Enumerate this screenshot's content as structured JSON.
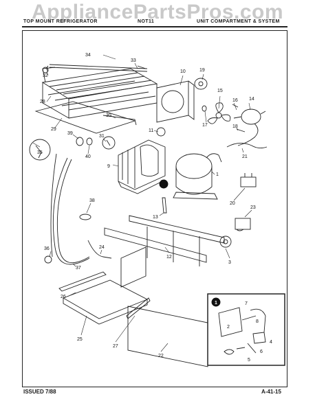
{
  "watermark": "AppliancePartsPros.com",
  "header": {
    "left": "TOP MOUNT REFRIGERATOR",
    "center": "NOT11",
    "right": "UNIT COMPARTMENT & SYSTEM"
  },
  "footer": {
    "issued": "ISSUED 7/88",
    "page": "A-41-15"
  },
  "inset": {
    "marker": "1"
  },
  "callouts": {
    "c1": "1",
    "c2": "2",
    "c3": "3",
    "c4": "4",
    "c5": "5",
    "c6": "6",
    "c7": "7",
    "c8": "8",
    "c9": "9",
    "c10": "10",
    "c11": "11",
    "c12": "12",
    "c13": "13",
    "c14": "14",
    "c15": "15",
    "c16": "16",
    "c17": "17",
    "c18": "18",
    "c19": "19",
    "c20": "20",
    "c21": "21",
    "c22": "22",
    "c23": "23",
    "c24": "24",
    "c25": "25",
    "c26": "26",
    "c27": "27",
    "c28": "28",
    "c29": "29",
    "c30": "30",
    "c31": "31",
    "c32": "32",
    "c33": "33",
    "c34": "34",
    "c35": "35",
    "c36": "36",
    "c37": "37",
    "c38": "38",
    "c39": "39",
    "c40": "40"
  }
}
